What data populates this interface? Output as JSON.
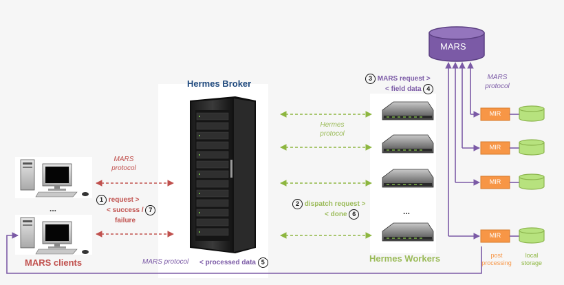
{
  "colors": {
    "purple": "#7b5aa6",
    "purple_dark": "#6a4a93",
    "red": "#c0504d",
    "green": "#8db640",
    "green_text": "#9bbb59",
    "orange": "#f79646",
    "navy": "#1f497d",
    "cylinder_green": "#b7e27e",
    "background": "#f6f6f6"
  },
  "icons": {
    "server_rack": "server-rack-icon",
    "worker_server": "rack-server-icon",
    "client_pc": "desktop-computer-icon",
    "database": "database-cylinder-icon",
    "storage": "storage-cylinder-icon"
  },
  "broker": {
    "title": "Hermes Broker"
  },
  "mars_db": {
    "label": "MARS"
  },
  "clients": {
    "title": "MARS clients",
    "ellipsis": "..."
  },
  "workers": {
    "title": "Hermes Workers",
    "ellipsis": "..."
  },
  "left_protocol": {
    "line1": "MARS",
    "line2": "protocol"
  },
  "client_exchange": {
    "request": "request >",
    "request_num": "1",
    "success": "< success /",
    "success_num": "7",
    "failure": "failure"
  },
  "hermes_protocol": {
    "line1": "Hermes",
    "line2": "protocol"
  },
  "worker_exchange": {
    "mars_request": "MARS request >",
    "mars_request_num": "3",
    "field_data": "< field data",
    "field_data_num": "4"
  },
  "dispatch": {
    "request": "dispatch request >",
    "request_num": "2",
    "done": "< done",
    "done_num": "6"
  },
  "bottom": {
    "protocol": "MARS protocol",
    "processed": "< processed data",
    "processed_num": "5"
  },
  "mir_protocol": {
    "line1": "MARS",
    "line2": "protocol"
  },
  "mir_units": [
    "MIR",
    "MIR",
    "MIR",
    "MIR"
  ],
  "post_processing": {
    "line1": "post",
    "line2": "processing"
  },
  "local_storage": {
    "line1": "local",
    "line2": "storage"
  }
}
